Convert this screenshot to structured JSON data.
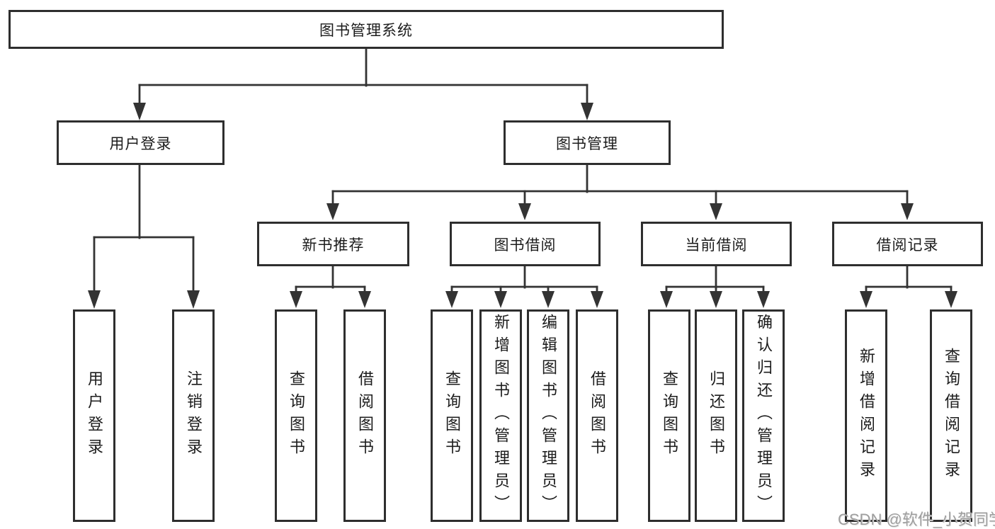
{
  "diagram": {
    "root": "图书管理系统",
    "level2": [
      "用户登录",
      "图书管理"
    ],
    "level3": [
      "新书推荐",
      "图书借阅",
      "当前借阅",
      "借阅记录"
    ],
    "leaves_user_login": [
      "用户登录",
      "注销登录"
    ],
    "leaves_new_book": [
      "查询图书",
      "借阅图书"
    ],
    "leaves_book_borrow": [
      "查询图书",
      "新增图书（管理员）",
      "编辑图书（管理员）",
      "借阅图书"
    ],
    "leaves_current_borrow": [
      "查询图书",
      "归还图书",
      "确认归还（管理员）"
    ],
    "leaves_borrow_record": [
      "新增借阅记录",
      "查询借阅记录"
    ]
  },
  "watermark": "CSDN @软件_小贺同学",
  "colors": {
    "line": "#333333",
    "border": "#2e2e2e",
    "text": "#1c1c1c",
    "watermark": "#9e9e9e",
    "background": "#ffffff"
  }
}
